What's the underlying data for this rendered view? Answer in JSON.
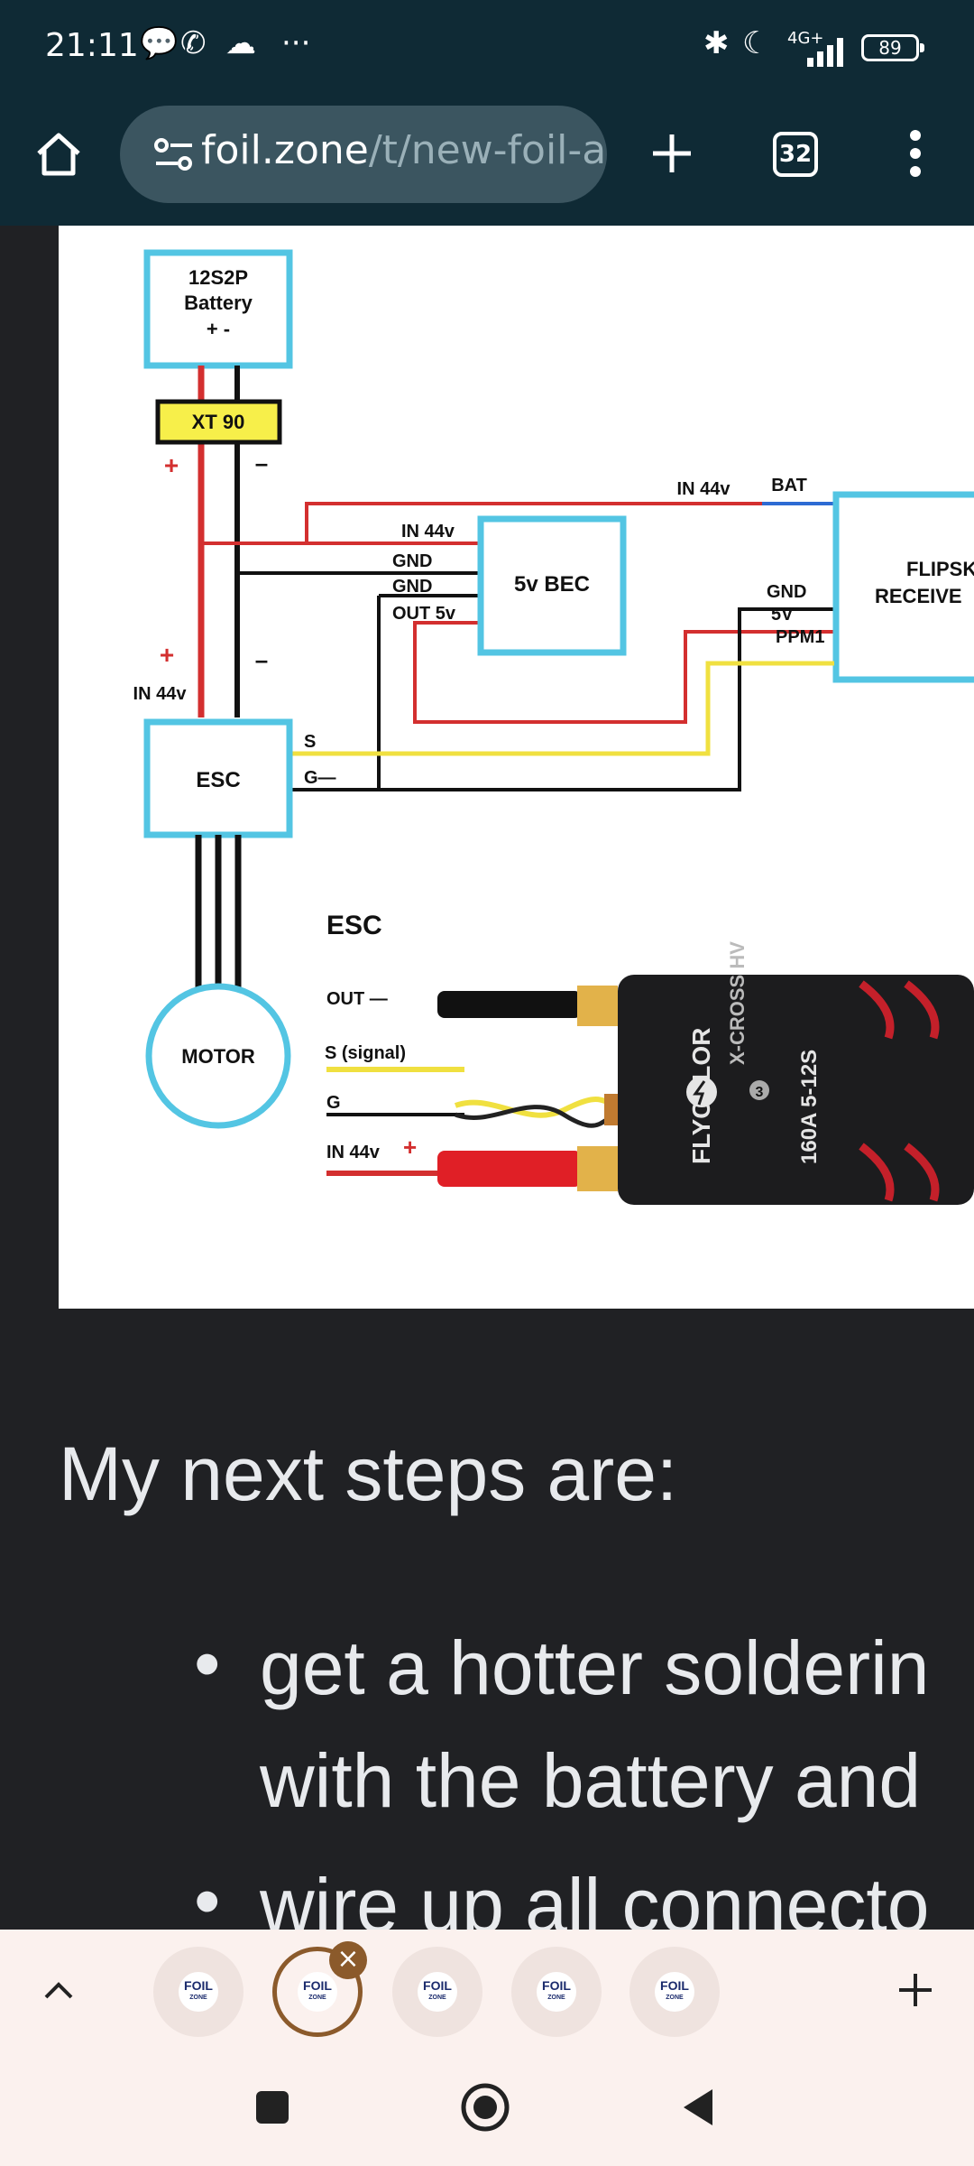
{
  "status": {
    "time": "21:11",
    "network": "4G+",
    "battery": "89"
  },
  "browser": {
    "url_host": "foil.zone",
    "url_path": "/t/new-foil-as",
    "tab_count": "32"
  },
  "diagram": {
    "battery_line1": "12S2P",
    "battery_line2": "Battery",
    "battery_terms": "+ -",
    "xt90": "XT 90",
    "plus": "+",
    "minus": "–",
    "in44v_top": "IN 44v",
    "bat": "BAT",
    "bec_in": "IN 44v",
    "bec_gnd1": "GND",
    "bec_gnd2": "GND",
    "bec_out": "OUT 5v",
    "bec_label": "5v BEC",
    "rx_gnd": "GND",
    "rx_5v": "5V",
    "rx_ppm": "PPM1",
    "rx_label1": "FLIPSKY",
    "rx_label2": "RECEIVE",
    "in44v_left": "IN 44v",
    "esc_label": "ESC",
    "esc_s": "S",
    "esc_g": "G—",
    "motor_label": "MOTOR",
    "esc_title": "ESC",
    "esc_out": "OUT —",
    "esc_signal": "S (signal)",
    "esc_ground": "G",
    "esc_in": "IN 44v",
    "esc_brand": "FLYCOLOR",
    "esc_model": "X-CROSS HV",
    "esc_ver": "3",
    "esc_spec": "160A 5-12S"
  },
  "article": {
    "heading": "My next steps are:",
    "bullets": [
      "get a hotter solderin",
      "with the battery and",
      "wire up all connecto"
    ]
  },
  "tabs": [
    {
      "name": "FOIL",
      "sub": "ZONE"
    },
    {
      "name": "FOIL",
      "sub": "ZONE"
    },
    {
      "name": "FOIL",
      "sub": "ZONE"
    },
    {
      "name": "FOIL",
      "sub": "ZONE"
    },
    {
      "name": "FOIL",
      "sub": "ZONE"
    }
  ]
}
